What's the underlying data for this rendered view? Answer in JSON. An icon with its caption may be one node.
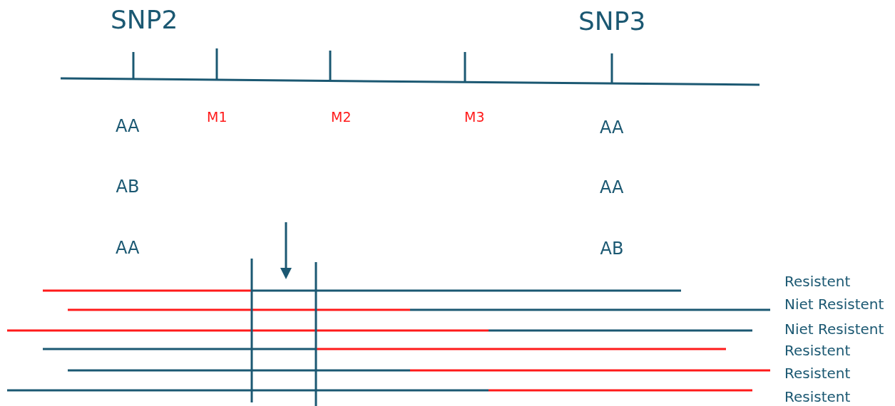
{
  "diagram": {
    "labels": [
      "SNP2",
      "SNP3",
      "M1",
      "M2",
      "M3",
      "AA",
      "AA",
      "AB",
      "AA",
      "AA",
      "AB",
      "Resistent",
      "Niet Resistent",
      "Niet Resistent",
      "Resistent",
      "Resistent",
      "Resistent"
    ]
  }
}
